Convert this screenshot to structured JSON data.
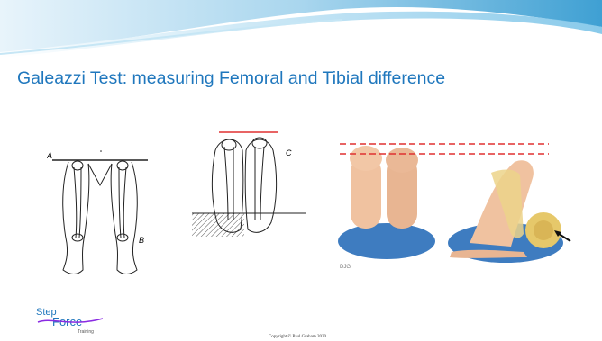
{
  "slide": {
    "title": "Galeazzi Test: measuring Femoral and Tibial difference",
    "footer": "Copyright © Paul Graham 2020",
    "accent_color": "#1f77bd",
    "wave_color": "#5fb3d9"
  },
  "figures": {
    "left_labels": [
      "A",
      "B"
    ],
    "middle_labels": [
      "C"
    ],
    "right_credit": "DJG"
  },
  "logo": {
    "line1": "Step",
    "line2": "Force",
    "line3": "Training"
  }
}
